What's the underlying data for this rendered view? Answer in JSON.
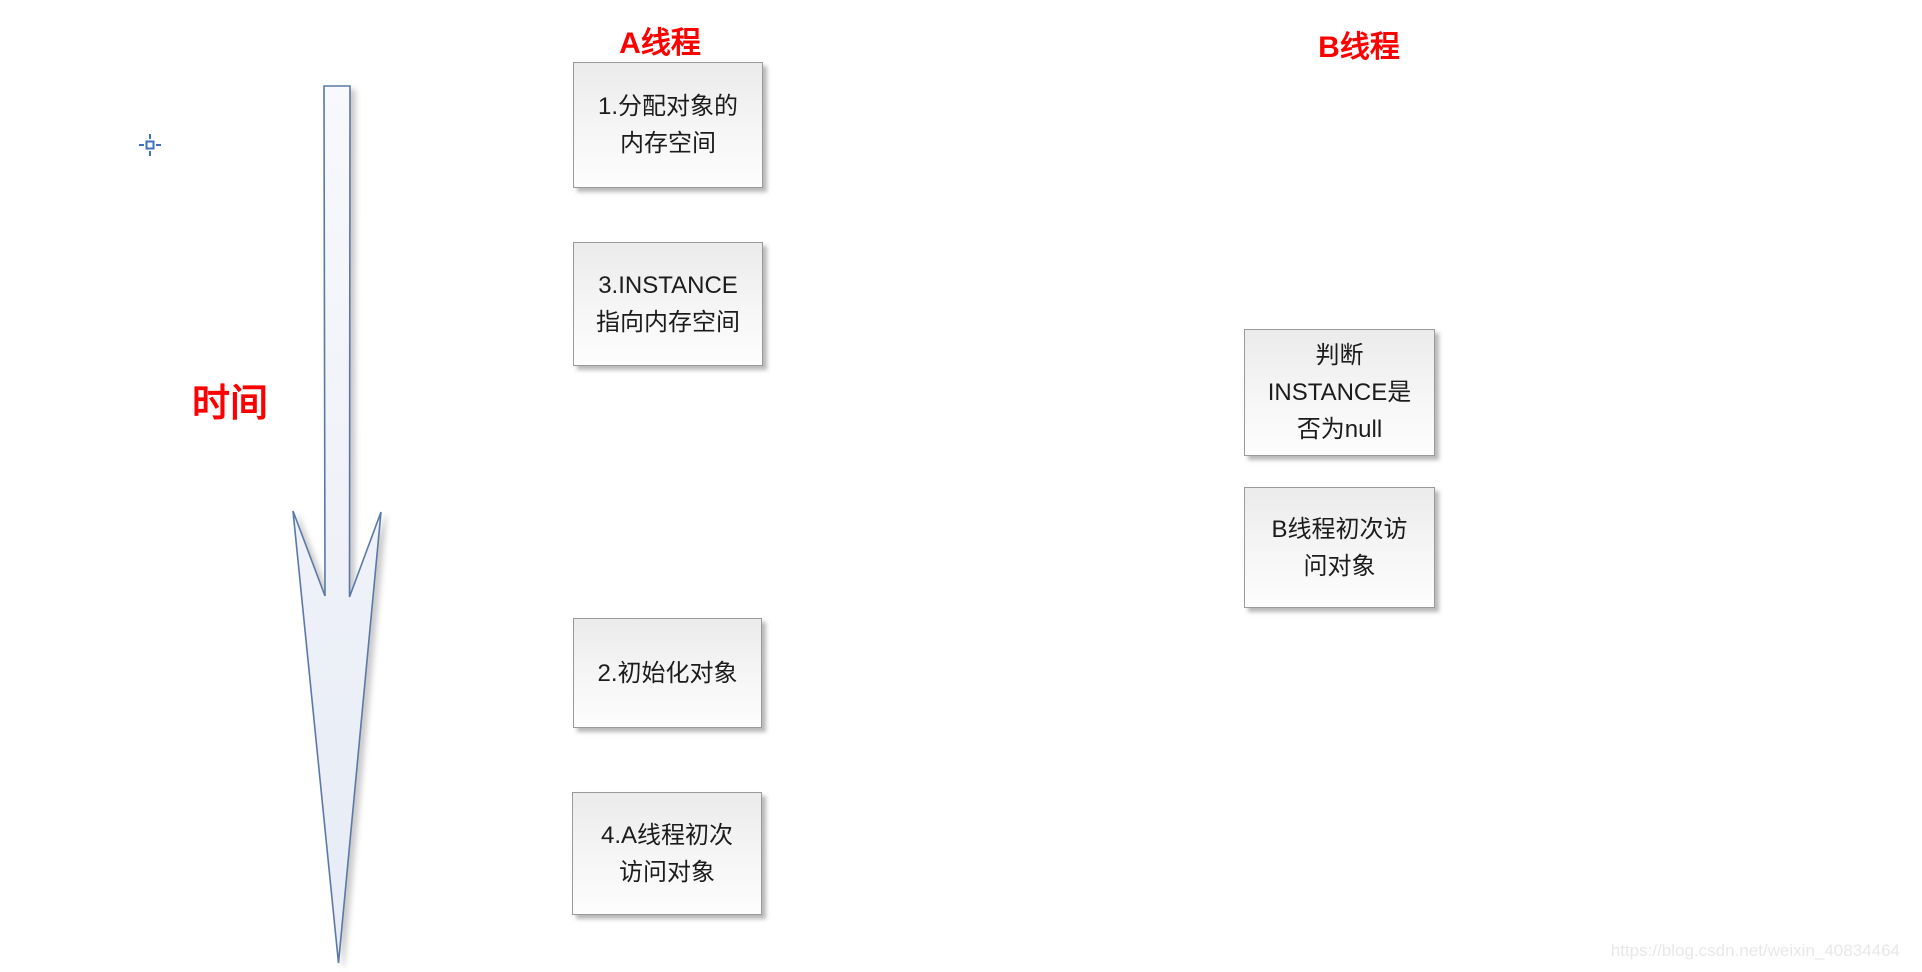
{
  "diagram": {
    "time_label": "时间",
    "watermark": "https://blog.csdn.net/weixin_40834464",
    "columns": {
      "thread_a": {
        "title": "A线程",
        "steps": [
          {
            "text": "1.分配对象的\n内存空间"
          },
          {
            "text": "3.INSTANCE\n指向内存空间"
          },
          {
            "text": "2.初始化对象"
          },
          {
            "text": "4.A线程初次\n访问对象"
          }
        ]
      },
      "thread_b": {
        "title": "B线程",
        "steps": [
          {
            "text": "判断\nINSTANCE是\n否为null"
          },
          {
            "text": "B线程初次访\n问对象"
          }
        ]
      }
    },
    "colors": {
      "label_red": "#fe0000",
      "box_border": "#9a9a9a",
      "box_text": "#1c1c1c",
      "arrow_stroke": "#5b79a6",
      "arrow_fill_top": "#f7f9fc",
      "arrow_fill_bottom": "#e6ebf5",
      "watermark_gray": "#e8e8e8",
      "cursor_blue": "#3e6fc1"
    },
    "icons": {
      "time_arrow": "down-arrow",
      "cursor": "crosshair"
    }
  }
}
